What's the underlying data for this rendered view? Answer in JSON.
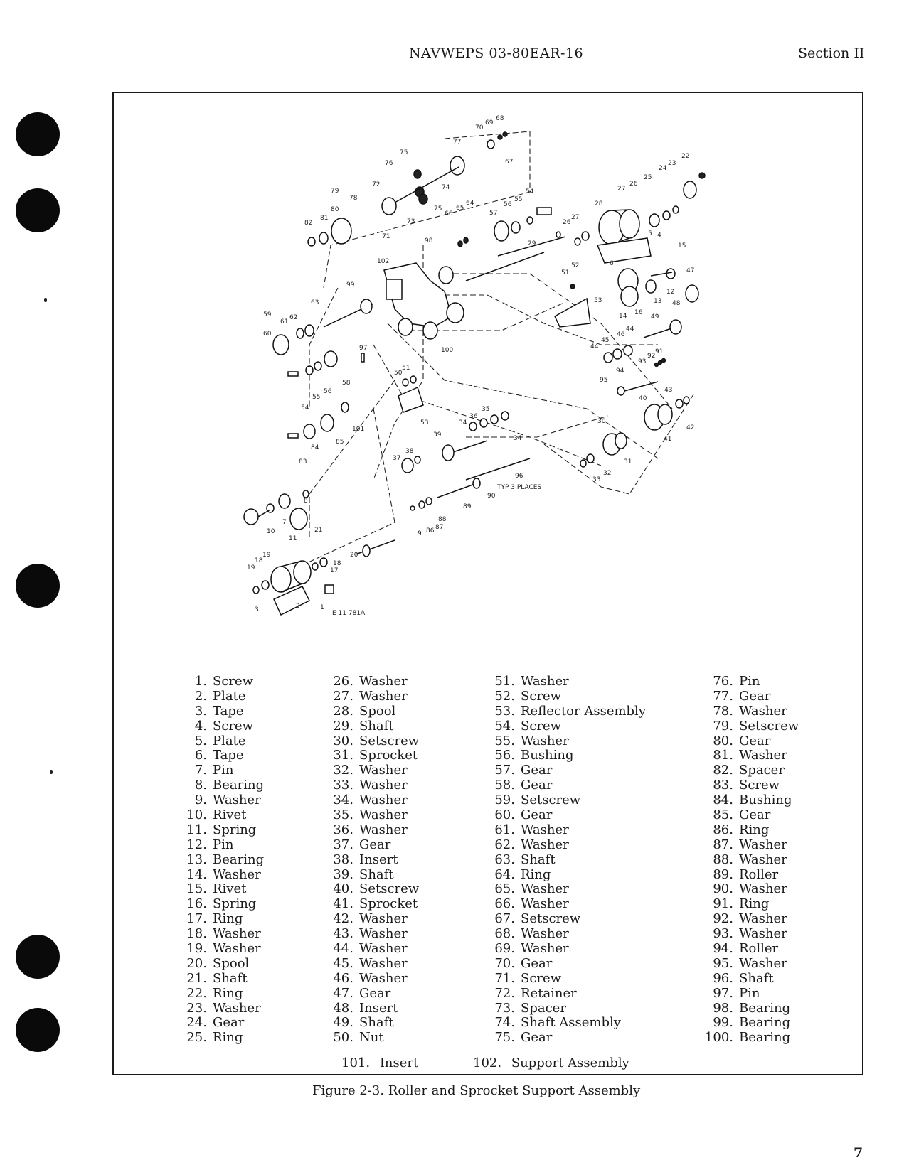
{
  "header": {
    "doc_id": "NAVWEPS 03-80EAR-16",
    "section": "Section II"
  },
  "diagram_labels": [
    {
      "t": "70"
    },
    {
      "t": "69"
    },
    {
      "t": "68"
    },
    {
      "t": "77"
    },
    {
      "t": "67"
    },
    {
      "t": "75"
    },
    {
      "t": "76"
    },
    {
      "t": "72"
    },
    {
      "t": "74"
    },
    {
      "t": "79"
    },
    {
      "t": "78"
    },
    {
      "t": "75"
    },
    {
      "t": "80"
    },
    {
      "t": "73"
    },
    {
      "t": "81"
    },
    {
      "t": "71"
    },
    {
      "t": "82"
    },
    {
      "t": "57"
    },
    {
      "t": "56"
    },
    {
      "t": "55"
    },
    {
      "t": "54"
    },
    {
      "t": "64"
    },
    {
      "t": "65"
    },
    {
      "t": "66"
    },
    {
      "t": "98"
    },
    {
      "t": "102"
    },
    {
      "t": "22"
    },
    {
      "t": "23"
    },
    {
      "t": "24"
    },
    {
      "t": "25"
    },
    {
      "t": "26"
    },
    {
      "t": "27"
    },
    {
      "t": "28"
    },
    {
      "t": "26"
    },
    {
      "t": "27"
    },
    {
      "t": "5"
    },
    {
      "t": "4"
    },
    {
      "t": "6"
    },
    {
      "t": "29"
    },
    {
      "t": "15"
    },
    {
      "t": "47"
    },
    {
      "t": "52"
    },
    {
      "t": "51"
    },
    {
      "t": "12"
    },
    {
      "t": "13"
    },
    {
      "t": "53"
    },
    {
      "t": "48"
    },
    {
      "t": "14"
    },
    {
      "t": "16"
    },
    {
      "t": "49"
    },
    {
      "t": "99"
    },
    {
      "t": "63"
    },
    {
      "t": "59"
    },
    {
      "t": "62"
    },
    {
      "t": "61"
    },
    {
      "t": "60"
    },
    {
      "t": "100"
    },
    {
      "t": "97"
    },
    {
      "t": "44"
    },
    {
      "t": "46"
    },
    {
      "t": "45"
    },
    {
      "t": "44"
    },
    {
      "t": "93"
    },
    {
      "t": "92"
    },
    {
      "t": "91"
    },
    {
      "t": "94"
    },
    {
      "t": "95"
    },
    {
      "t": "50"
    },
    {
      "t": "51"
    },
    {
      "t": "58"
    },
    {
      "t": "56"
    },
    {
      "t": "55"
    },
    {
      "t": "54"
    },
    {
      "t": "43"
    },
    {
      "t": "40"
    },
    {
      "t": "42"
    },
    {
      "t": "41"
    },
    {
      "t": "101"
    },
    {
      "t": "53"
    },
    {
      "t": "35"
    },
    {
      "t": "36"
    },
    {
      "t": "34"
    },
    {
      "t": "34"
    },
    {
      "t": "30"
    },
    {
      "t": "85"
    },
    {
      "t": "84"
    },
    {
      "t": "83"
    },
    {
      "t": "39"
    },
    {
      "t": "38"
    },
    {
      "t": "37"
    },
    {
      "t": "31"
    },
    {
      "t": "32"
    },
    {
      "t": "33"
    },
    {
      "t": "96"
    },
    {
      "t": "TYP 3 PLACES"
    },
    {
      "t": "90"
    },
    {
      "t": "89"
    },
    {
      "t": "88"
    },
    {
      "t": "87"
    },
    {
      "t": "86"
    },
    {
      "t": "9"
    },
    {
      "t": "8"
    },
    {
      "t": "7"
    },
    {
      "t": "10"
    },
    {
      "t": "11"
    },
    {
      "t": "21"
    },
    {
      "t": "20"
    },
    {
      "t": "19"
    },
    {
      "t": "18"
    },
    {
      "t": "19"
    },
    {
      "t": "18"
    },
    {
      "t": "17"
    },
    {
      "t": "3"
    },
    {
      "t": "2"
    },
    {
      "t": "1"
    },
    {
      "t": "E 11 781A"
    }
  ],
  "parts_columns": [
    [
      {
        "num": "1.",
        "name": "Screw"
      },
      {
        "num": "2.",
        "name": "Plate"
      },
      {
        "num": "3.",
        "name": "Tape"
      },
      {
        "num": "4.",
        "name": "Screw"
      },
      {
        "num": "5.",
        "name": "Plate"
      },
      {
        "num": "6.",
        "name": "Tape"
      },
      {
        "num": "7.",
        "name": "Pin"
      },
      {
        "num": "8.",
        "name": "Bearing"
      },
      {
        "num": "9.",
        "name": "Washer"
      },
      {
        "num": "10.",
        "name": "Rivet"
      },
      {
        "num": "11.",
        "name": "Spring"
      },
      {
        "num": "12.",
        "name": "Pin"
      },
      {
        "num": "13.",
        "name": "Bearing"
      },
      {
        "num": "14.",
        "name": "Washer"
      },
      {
        "num": "15.",
        "name": "Rivet"
      },
      {
        "num": "16.",
        "name": "Spring"
      },
      {
        "num": "17.",
        "name": "Ring"
      },
      {
        "num": "18.",
        "name": "Washer"
      },
      {
        "num": "19.",
        "name": "Washer"
      },
      {
        "num": "20.",
        "name": "Spool"
      },
      {
        "num": "21.",
        "name": "Shaft"
      },
      {
        "num": "22.",
        "name": "Ring"
      },
      {
        "num": "23.",
        "name": "Washer"
      },
      {
        "num": "24.",
        "name": "Gear"
      },
      {
        "num": "25.",
        "name": "Ring"
      }
    ],
    [
      {
        "num": "26.",
        "name": "Washer"
      },
      {
        "num": "27.",
        "name": "Washer"
      },
      {
        "num": "28.",
        "name": "Spool"
      },
      {
        "num": "29.",
        "name": "Shaft"
      },
      {
        "num": "30.",
        "name": "Setscrew"
      },
      {
        "num": "31.",
        "name": "Sprocket"
      },
      {
        "num": "32.",
        "name": "Washer"
      },
      {
        "num": "33.",
        "name": "Washer"
      },
      {
        "num": "34.",
        "name": "Washer"
      },
      {
        "num": "35.",
        "name": "Washer"
      },
      {
        "num": "36.",
        "name": "Washer"
      },
      {
        "num": "37.",
        "name": "Gear"
      },
      {
        "num": "38.",
        "name": "Insert"
      },
      {
        "num": "39.",
        "name": "Shaft"
      },
      {
        "num": "40.",
        "name": "Setscrew"
      },
      {
        "num": "41.",
        "name": "Sprocket"
      },
      {
        "num": "42.",
        "name": "Washer"
      },
      {
        "num": "43.",
        "name": "Washer"
      },
      {
        "num": "44.",
        "name": "Washer"
      },
      {
        "num": "45.",
        "name": "Washer"
      },
      {
        "num": "46.",
        "name": "Washer"
      },
      {
        "num": "47.",
        "name": "Gear"
      },
      {
        "num": "48.",
        "name": "Insert"
      },
      {
        "num": "49.",
        "name": "Shaft"
      },
      {
        "num": "50.",
        "name": "Nut"
      }
    ],
    [
      {
        "num": "51.",
        "name": "Washer"
      },
      {
        "num": "52.",
        "name": "Screw"
      },
      {
        "num": "53.",
        "name": "Reflector Assembly"
      },
      {
        "num": "54.",
        "name": "Screw"
      },
      {
        "num": "55.",
        "name": "Washer"
      },
      {
        "num": "56.",
        "name": "Bushing"
      },
      {
        "num": "57.",
        "name": "Gear"
      },
      {
        "num": "58.",
        "name": "Gear"
      },
      {
        "num": "59.",
        "name": "Setscrew"
      },
      {
        "num": "60.",
        "name": "Gear"
      },
      {
        "num": "61.",
        "name": "Washer"
      },
      {
        "num": "62.",
        "name": "Washer"
      },
      {
        "num": "63.",
        "name": "Shaft"
      },
      {
        "num": "64.",
        "name": "Ring"
      },
      {
        "num": "65.",
        "name": "Washer"
      },
      {
        "num": "66.",
        "name": "Washer"
      },
      {
        "num": "67.",
        "name": "Setscrew"
      },
      {
        "num": "68.",
        "name": "Washer"
      },
      {
        "num": "69.",
        "name": "Washer"
      },
      {
        "num": "70.",
        "name": "Gear"
      },
      {
        "num": "71.",
        "name": "Screw"
      },
      {
        "num": "72.",
        "name": "Retainer"
      },
      {
        "num": "73.",
        "name": "Spacer"
      },
      {
        "num": "74.",
        "name": "Shaft Assembly"
      },
      {
        "num": "75.",
        "name": "Gear"
      }
    ],
    [
      {
        "num": "76.",
        "name": "Pin"
      },
      {
        "num": "77.",
        "name": "Gear"
      },
      {
        "num": "78.",
        "name": "Washer"
      },
      {
        "num": "79.",
        "name": "Setscrew"
      },
      {
        "num": "80.",
        "name": "Gear"
      },
      {
        "num": "81.",
        "name": "Washer"
      },
      {
        "num": "82.",
        "name": "Spacer"
      },
      {
        "num": "83.",
        "name": "Screw"
      },
      {
        "num": "84.",
        "name": "Bushing"
      },
      {
        "num": "85.",
        "name": "Gear"
      },
      {
        "num": "86.",
        "name": "Ring"
      },
      {
        "num": "87.",
        "name": "Washer"
      },
      {
        "num": "88.",
        "name": "Washer"
      },
      {
        "num": "89.",
        "name": "Roller"
      },
      {
        "num": "90.",
        "name": "Washer"
      },
      {
        "num": "91.",
        "name": "Ring"
      },
      {
        "num": "92.",
        "name": "Washer"
      },
      {
        "num": "93.",
        "name": "Washer"
      },
      {
        "num": "94.",
        "name": "Roller"
      },
      {
        "num": "95.",
        "name": "Washer"
      },
      {
        "num": "96.",
        "name": "Shaft"
      },
      {
        "num": "97.",
        "name": "Pin"
      },
      {
        "num": "98.",
        "name": "Bearing"
      },
      {
        "num": "99.",
        "name": "Bearing"
      },
      {
        "num": "100.",
        "name": "Bearing"
      }
    ]
  ],
  "parts_extra": [
    {
      "num": "101.",
      "name": "Insert"
    },
    {
      "num": "102.",
      "name": "Support Assembly"
    }
  ],
  "caption": "Figure 2-3.  Roller and Sprocket Support Assembly",
  "page_number": "7"
}
